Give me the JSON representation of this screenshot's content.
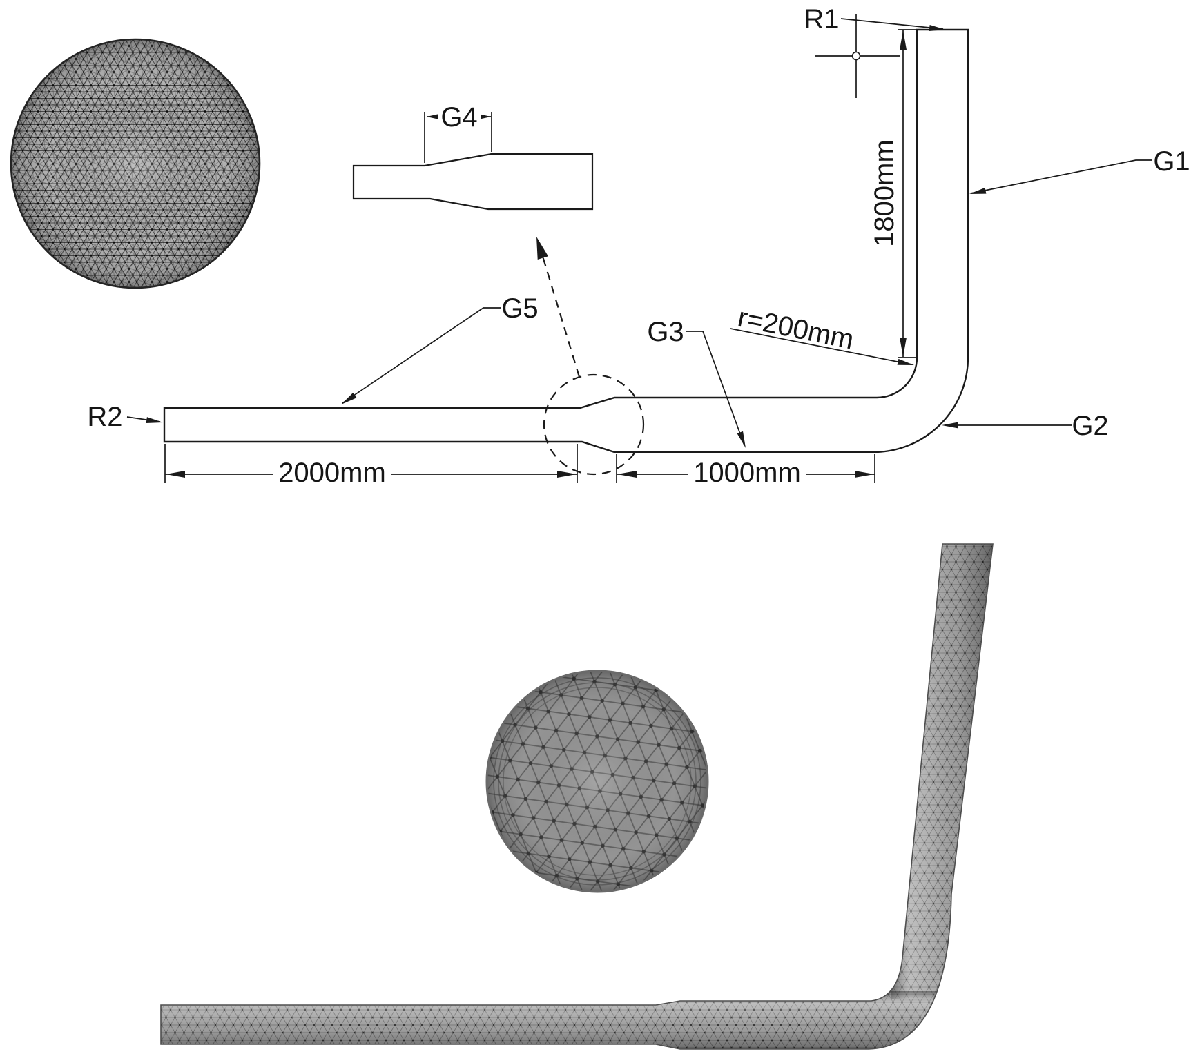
{
  "drawing": {
    "labels": {
      "r1": "R1",
      "r2": "R2",
      "g1": "G1",
      "g2": "G2",
      "g3": "G3",
      "g4": "G4",
      "g5": "G5"
    },
    "dimensions": {
      "vertical_run": "1800mm",
      "upstream_run": "2000mm",
      "downstream_run": "1000mm",
      "bend_radius": "r=200mm"
    }
  },
  "colors": {
    "background": "#ffffff",
    "line": "#1a1a1a",
    "fine_mesh_base": "#b2b2b2",
    "coarse_mesh_base": "#949494",
    "pipe_mesh_base": "#a6a6a6"
  }
}
